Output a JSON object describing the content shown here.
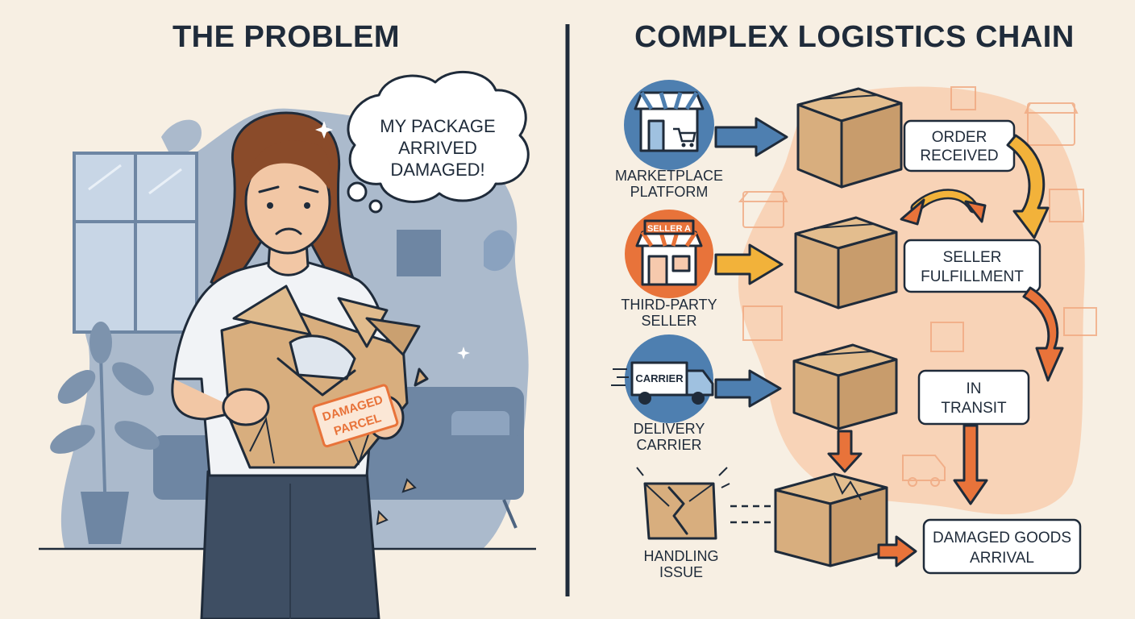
{
  "left_panel": {
    "title": "THE PROBLEM",
    "thought_bubble": [
      "MY PACKAGE",
      "ARRIVED",
      "DAMAGED!"
    ],
    "parcel_label": [
      "DAMAGED",
      "PARCEL"
    ]
  },
  "right_panel": {
    "title": "COMPLEX LOGISTICS CHAIN",
    "actors": [
      {
        "lines": [
          "MARKETPLACE",
          "PLATFORM"
        ],
        "icon": "storefront-cart-icon"
      },
      {
        "lines": [
          "THIRD-PARTY",
          "SELLER"
        ],
        "icon": "seller-shop-icon",
        "sign": "SELLER A"
      },
      {
        "lines": [
          "DELIVERY",
          "CARRIER"
        ],
        "icon": "delivery-truck-icon",
        "sign": "CARRIER"
      },
      {
        "lines": [
          "HANDLING",
          "ISSUE"
        ],
        "icon": "torn-box-icon"
      }
    ],
    "stages": [
      {
        "lines": [
          "ORDER",
          "RECEIVED"
        ]
      },
      {
        "lines": [
          "SELLER",
          "FULFILLMENT"
        ]
      },
      {
        "lines": [
          "IN",
          "TRANSIT"
        ]
      },
      {
        "lines": [
          "DAMAGED GOODS",
          "ARRIVAL"
        ]
      }
    ]
  },
  "colors": {
    "background": "#f7efe3",
    "ink": "#1f2b3a",
    "blue": "#4e7fb0",
    "slate": "#7d93ad",
    "orange": "#e8733a",
    "yellow": "#f2b23a",
    "cardboard": "#d8ae7e",
    "peach": "#f8c9a8"
  }
}
